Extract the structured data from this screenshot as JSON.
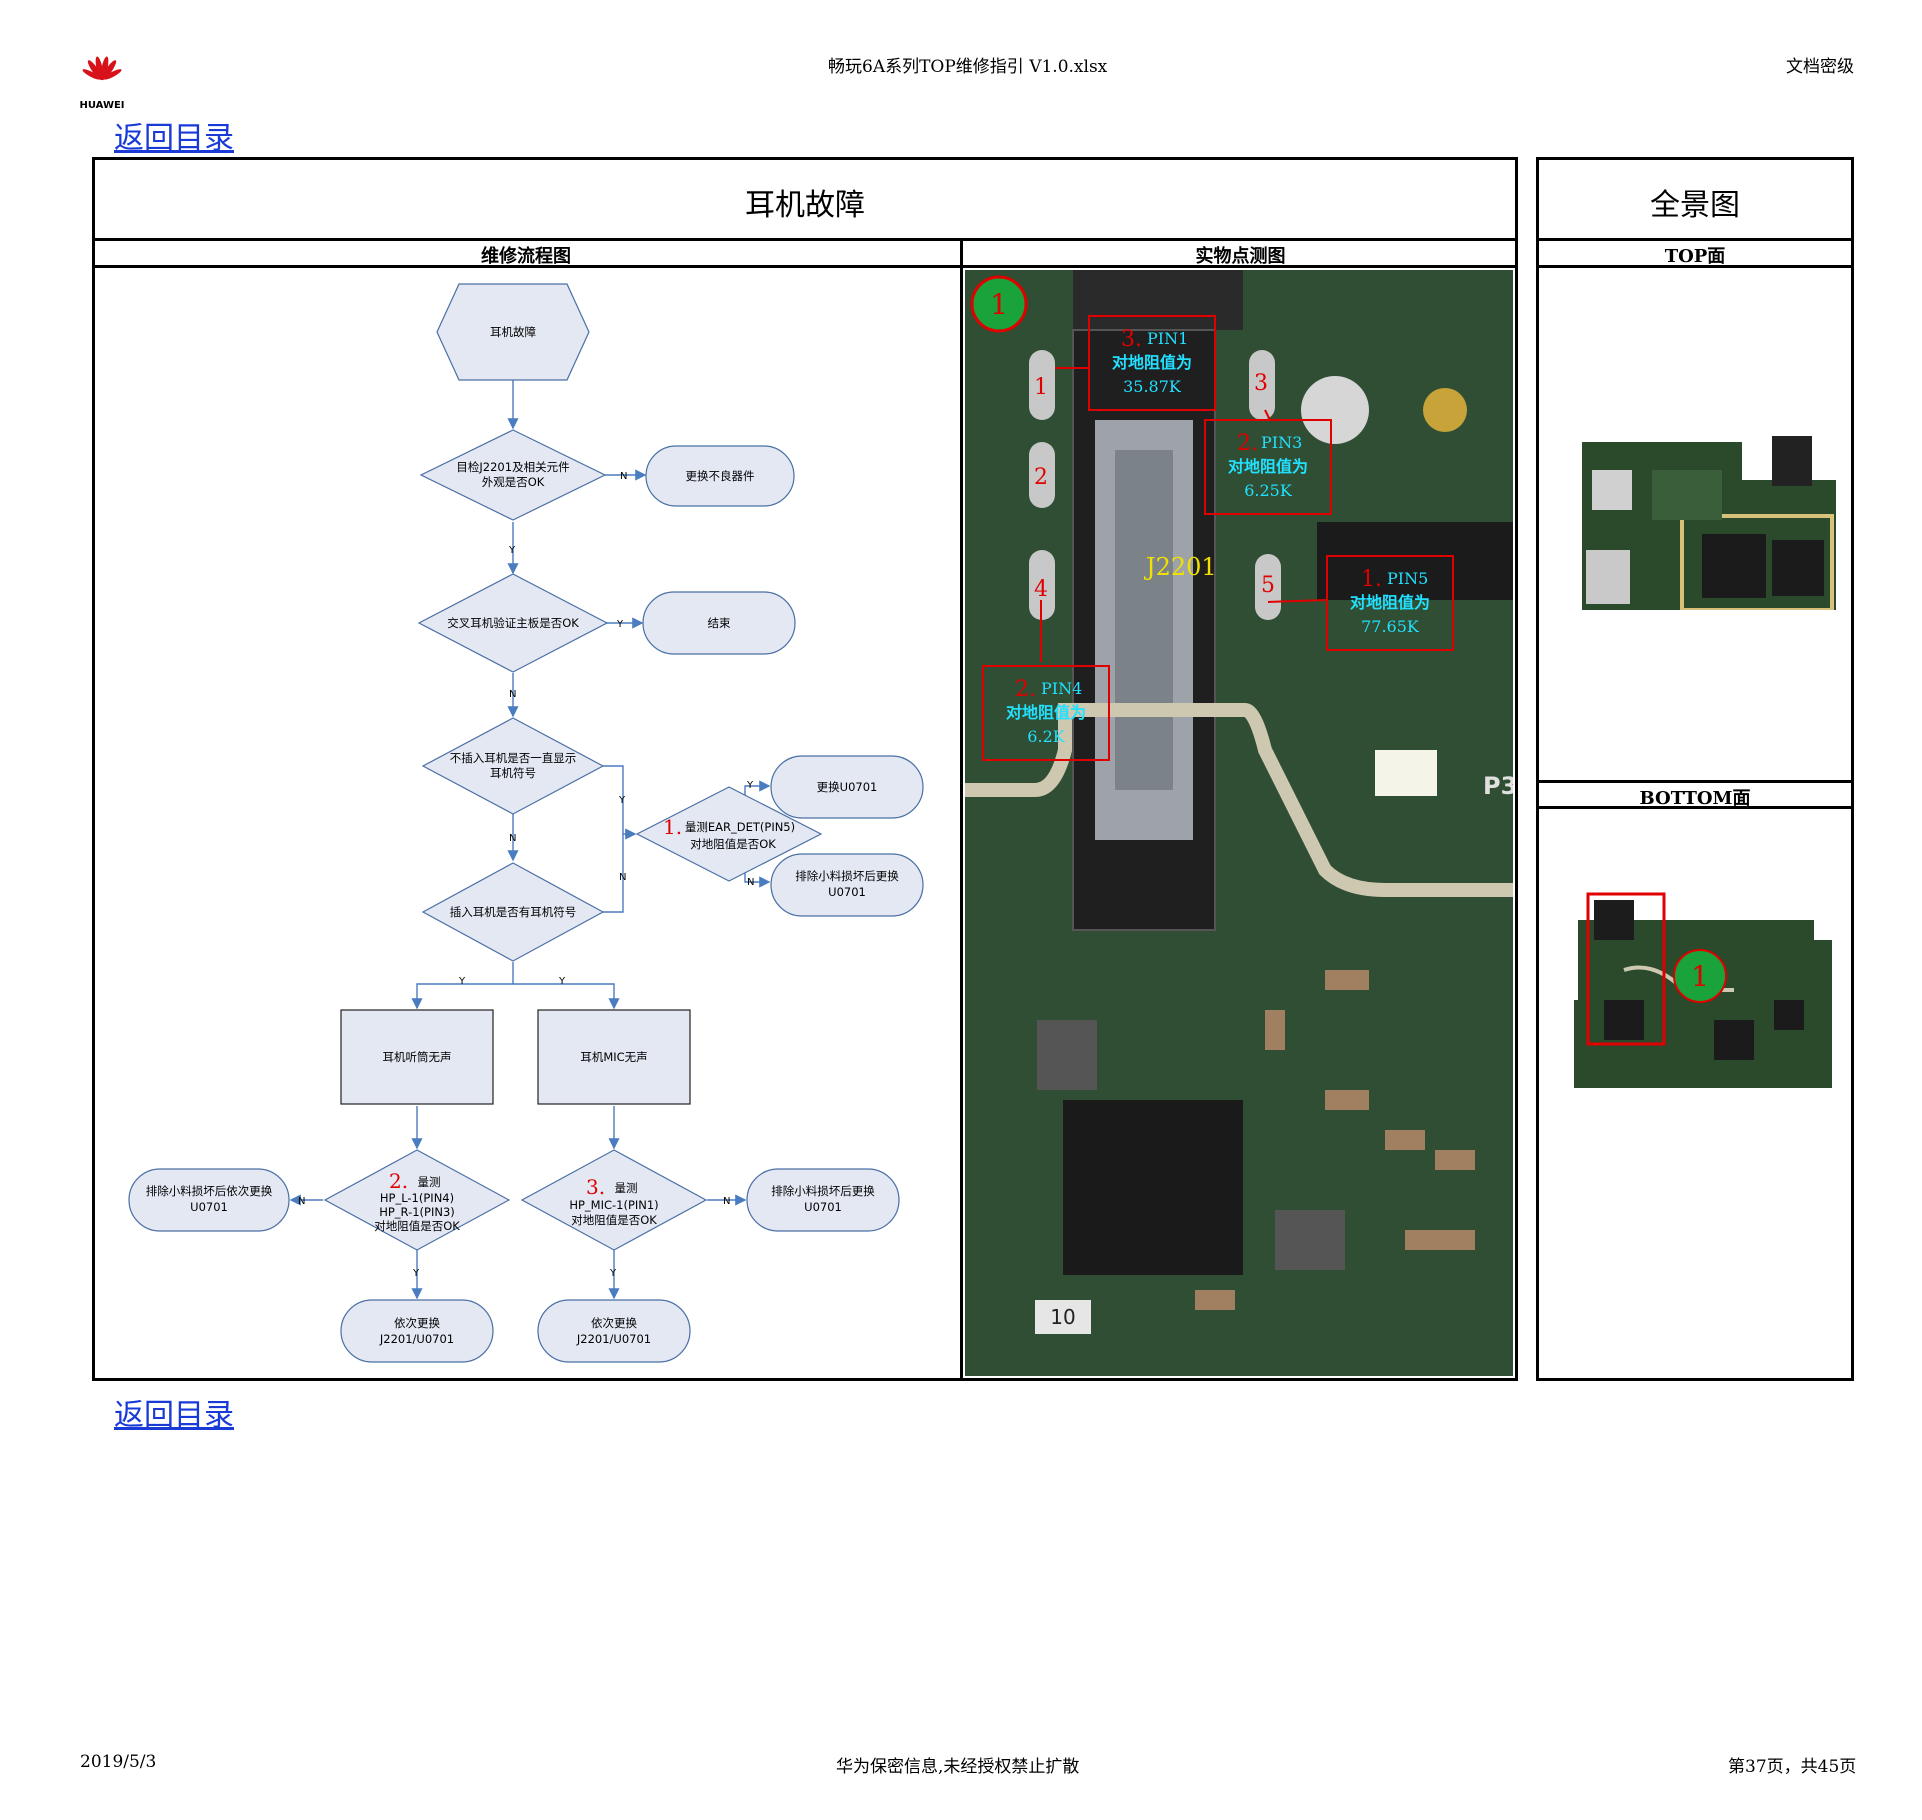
{
  "header": {
    "logo_text": "HUAWEI",
    "doc_title": "畅玩6A系列TOP维修指引 V1.0.xlsx",
    "security": "文档密级"
  },
  "links": {
    "back_top": "返回目录",
    "back_bottom": "返回目录"
  },
  "main": {
    "title": "耳机故障",
    "flow_header": "维修流程图",
    "photo_header": "实物点测图"
  },
  "side": {
    "title": "全景图",
    "top_header": "TOP面",
    "bottom_header": "BOTTOM面",
    "marker": "1"
  },
  "flowchart": {
    "start": "耳机故障",
    "d1": [
      "目检J2201及相关元件",
      "外观是否OK"
    ],
    "r1": "更换不良器件",
    "d2": "交叉耳机验证主板是否OK",
    "end1": "结束",
    "d3": [
      "不插入耳机是否一直显示",
      "耳机符号"
    ],
    "d4": "插入耳机是否有耳机符号",
    "d5_num": "1.",
    "d5": [
      "量测EAR_DET(PIN5)",
      "对地阻值是否OK"
    ],
    "r_u0701": "更换U0701",
    "r_replace1": [
      "排除小料损坏后更换",
      "U0701"
    ],
    "b1": "耳机听筒无声",
    "b2": "耳机MIC无声",
    "d6_num": "2.",
    "d6": [
      "量测",
      "HP_L-1(PIN4)",
      "HP_R-1(PIN3)",
      "对地阻值是否OK"
    ],
    "d7_num": "3.",
    "d7": [
      "量测",
      "HP_MIC-1(PIN1)",
      "对地阻值是否OK"
    ],
    "r_left": [
      "排除小料损坏后依次更换",
      "U0701"
    ],
    "r_right": [
      "排除小料损坏后更换",
      "U0701"
    ],
    "end_l": [
      "依次更换",
      "J2201/U0701"
    ],
    "end_r": [
      "依次更换",
      "J2201/U0701"
    ],
    "lbl_y": "Y",
    "lbl_n": "N"
  },
  "photo": {
    "marker": "1",
    "ref": "J2201",
    "pins": [
      "1",
      "2",
      "3",
      "4",
      "5"
    ],
    "ann_pin1": {
      "num": "3.",
      "pin": "PIN1",
      "line1": "对地阻值为",
      "value": "35.87K"
    },
    "ann_pin3": {
      "num": "2.",
      "pin": "PIN3",
      "line1": "对地阻值为",
      "value": "6.25K"
    },
    "ann_pin5": {
      "num": "1.",
      "pin": "PIN5",
      "line1": "对地阻值为",
      "value": "77.65K"
    },
    "ann_pin4": {
      "num": "2.",
      "pin": "PIN4",
      "line1": "对地阻值为",
      "value": "6.2K"
    },
    "chip_mark": "10",
    "silk_p3": "P3"
  },
  "footer": {
    "date": "2019/5/3",
    "notice": "华为保密信息,未经授权禁止扩散",
    "page": "第37页，共45页"
  },
  "colors": {
    "link": "#1a3ad8",
    "red": "#e00000",
    "cyan": "#22e0ff",
    "pcb": "#2d4a30",
    "marker": "#19a33a"
  }
}
